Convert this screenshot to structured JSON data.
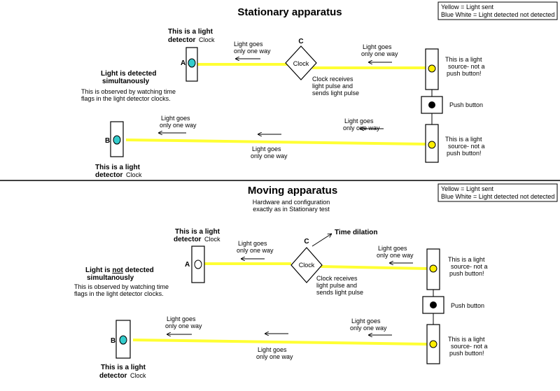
{
  "top": {
    "title": "Stationary apparatus",
    "legend": {
      "line1": "Yellow = Light sent",
      "line2": "Blue White = Light detected not detected"
    },
    "detector_a": {
      "letter": "A",
      "label_line1": "This is a light",
      "label_main": "detector",
      "label_suffix": "Clock"
    },
    "clock": {
      "letter": "C",
      "label": "Clock",
      "note_line1": "Clock receives",
      "note_line2": "light pulse and",
      "note_line3": "sends light pulse"
    },
    "arrow_label_left": {
      "line1": "Light goes",
      "line2": "only one way"
    },
    "arrow_label_right": {
      "line1": "Light goes",
      "line2": "only one way"
    },
    "arrow_label_b_upper": {
      "line1": "Light goes",
      "line2": "only one way"
    },
    "arrow_label_b_right": {
      "line1": "Light goes",
      "line2": "only one way"
    },
    "arrow_label_b_lower": {
      "line1": "Light goes",
      "line2": "only one way"
    },
    "source_top": {
      "line1": "This is a light",
      "line2": "source- not a",
      "line3": "push button!"
    },
    "push_button": {
      "label": "Push button"
    },
    "source_bottom": {
      "line1": "This is a light",
      "line2": "source- not a",
      "line3": "push button!"
    },
    "detection": {
      "title_line1": "Light is detected",
      "title_line2": "simultanously",
      "note_line1": "This is observed by watching time",
      "note_line2": "flags in the light detector clocks."
    },
    "detector_b": {
      "letter": "B",
      "label_line1": "This is a light",
      "label_main": "detector",
      "label_suffix": "Clock"
    }
  },
  "bottom": {
    "title": "Moving apparatus",
    "subtitle_line1": "Hardware and configuration",
    "subtitle_line2": "exactly as in Stationary test",
    "legend": {
      "line1": "Yellow = Light sent",
      "line2": "Blue White = Light detected not detected"
    },
    "detector_a": {
      "letter": "A",
      "label_line1": "This is a light",
      "label_main": "detector",
      "label_suffix": "Clock"
    },
    "clock": {
      "letter": "C",
      "label": "Clock",
      "note_line1": "Clock receives",
      "note_line2": "light pulse and",
      "note_line3": "sends light pulse",
      "dilation": "Time dilation"
    },
    "arrow_label_left": {
      "line1": "Light goes",
      "line2": "only one way"
    },
    "arrow_label_right": {
      "line1": "Light goes",
      "line2": "only one way"
    },
    "arrow_label_b_upper": {
      "line1": "Light goes",
      "line2": "only one way"
    },
    "arrow_label_b_right": {
      "line1": "Light goes",
      "line2": "only one way"
    },
    "arrow_label_b_lower": {
      "line1": "Light goes",
      "line2": "only one way"
    },
    "source_top": {
      "line1": "This is a light",
      "line2": "source- not a",
      "line3": "push button!"
    },
    "push_button": {
      "label": "Push button"
    },
    "source_bottom": {
      "line1": "This is a light",
      "line2": "source- not a",
      "line3": "push button!"
    },
    "detection": {
      "title_pre": "Light is ",
      "title_not": "not",
      "title_post": " detected",
      "title_line2": "simultanously",
      "note_line1": "This is observed by watching time",
      "note_line2": "flags in the light detector clocks."
    },
    "detector_b": {
      "letter": "B",
      "label_line1": "This is a light",
      "label_main": "detector",
      "label_suffix": "Clock"
    }
  },
  "colors": {
    "light_beam": "#ffff33",
    "detected": "#33cccc",
    "not_detected": "#ffffff",
    "source_lamp": "#ffee00",
    "button": "#000000"
  }
}
